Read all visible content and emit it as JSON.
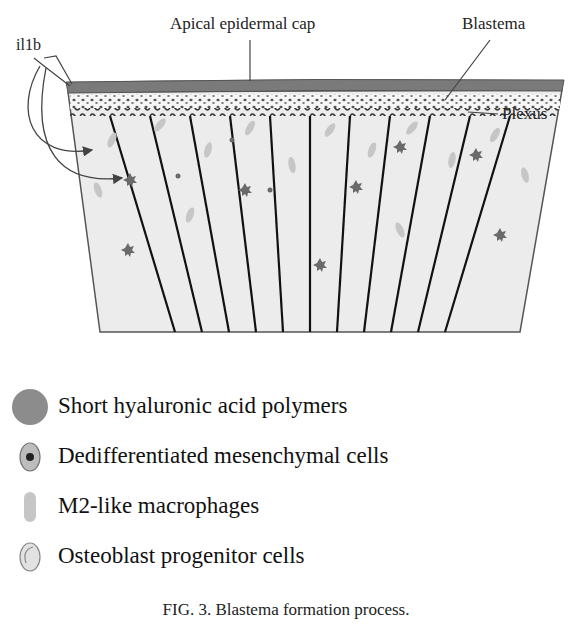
{
  "diagram": {
    "caption": "FIG. 3. Blastema formation process.",
    "labels": [
      "Apical epidermal cap",
      "Blastema",
      "il1b",
      "Plexus"
    ],
    "legend": [
      {
        "text": "Short hyaluronic acid polymers",
        "color": "#8c8c8c"
      },
      {
        "text": "Dedifferentiated mesenchymal cells"
      },
      {
        "text": "M2-like macrophages",
        "color": "#c6c6c6"
      },
      {
        "text": "Osteoblast progenitor cells"
      }
    ]
  }
}
